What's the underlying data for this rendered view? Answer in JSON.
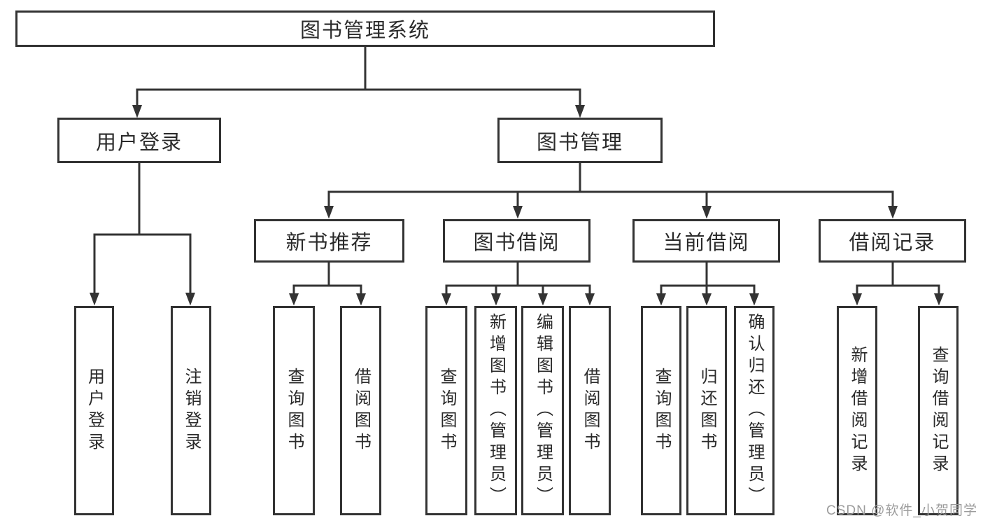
{
  "diagram": {
    "root": {
      "label": "图书管理系统"
    },
    "branches": [
      {
        "label": "用户登录",
        "children": [
          {
            "label": "用户登录"
          },
          {
            "label": "注销登录"
          }
        ]
      },
      {
        "label": "图书管理",
        "children": [
          {
            "label": "新书推荐",
            "children": [
              {
                "label": "查询图书"
              },
              {
                "label": "借阅图书"
              }
            ]
          },
          {
            "label": "图书借阅",
            "children": [
              {
                "label": "查询图书"
              },
              {
                "label": "新增图书（管理员）"
              },
              {
                "label": "编辑图书（管理员）"
              },
              {
                "label": "借阅图书"
              }
            ]
          },
          {
            "label": "当前借阅",
            "children": [
              {
                "label": "查询图书"
              },
              {
                "label": "归还图书"
              },
              {
                "label": "确认归还（管理员）"
              }
            ]
          },
          {
            "label": "借阅记录",
            "children": [
              {
                "label": "新增借阅记录"
              },
              {
                "label": "查询借阅记录"
              }
            ]
          }
        ]
      }
    ]
  },
  "watermark": {
    "text": "CSDN @软件_小贺同学"
  },
  "colors": {
    "line": "#333333",
    "text": "#2a2a2a",
    "watermark": "#9c9c9c",
    "background": "#ffffff"
  }
}
